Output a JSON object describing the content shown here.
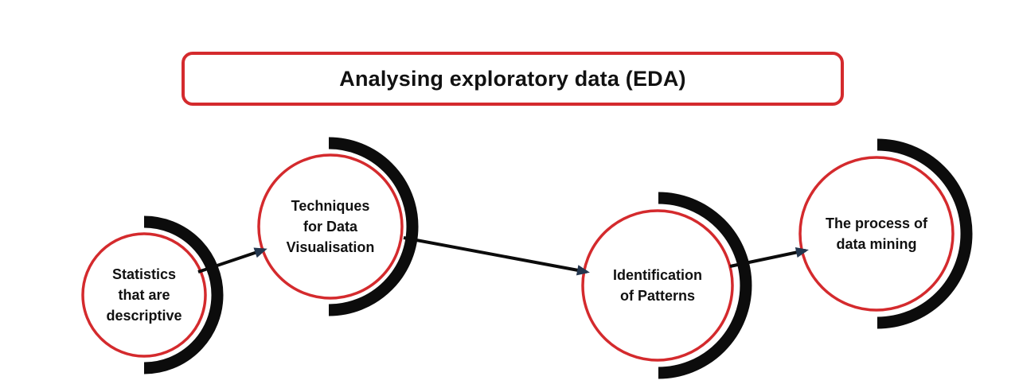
{
  "title": {
    "label": "Analysing exploratory data (EDA)"
  },
  "diagram": {
    "nodes": [
      {
        "id": "statistics-descriptive",
        "label": "Statistics\nthat are\ndescriptive"
      },
      {
        "id": "data-visualisation-techniques",
        "label": "Techniques\nfor Data\nVisualisation"
      },
      {
        "id": "identification-of-patterns",
        "label": "Identification\nof Patterns"
      },
      {
        "id": "process-of-data-mining",
        "label": "The process of\ndata mining"
      }
    ],
    "connections": [
      {
        "from": "statistics-descriptive",
        "to": "data-visualisation-techniques"
      },
      {
        "from": "data-visualisation-techniques",
        "to": "identification-of-patterns"
      },
      {
        "from": "identification-of-patterns",
        "to": "process-of-data-mining"
      }
    ]
  },
  "theme": {
    "background": "#ffffff",
    "accent_red": "#d42a2d",
    "arc_black": "#0c0c0c",
    "arrow_line": "#0c0c0c",
    "arrowhead_navy": "#23364e",
    "text_color": "#111111"
  }
}
